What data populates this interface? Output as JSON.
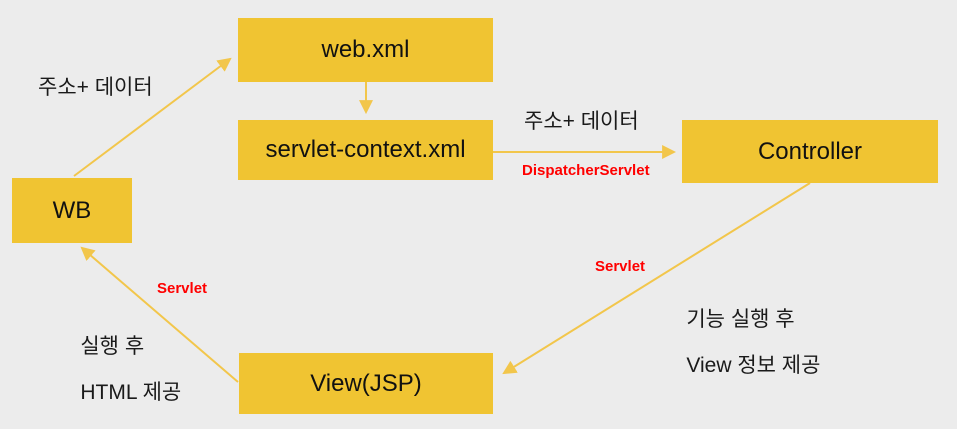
{
  "colors": {
    "background": "#ECECEC",
    "box": "#F0C432",
    "arrow": "#F2C64B",
    "red_label": "#FF0000"
  },
  "nodes": {
    "web_xml": "web.xml",
    "servlet_context": "servlet-context.xml",
    "controller": "Controller",
    "wb": "WB",
    "view_jsp": "View(JSP)"
  },
  "labels": {
    "wb_to_webxml": "주소+ 데이터",
    "ctx_to_controller": "주소+ 데이터",
    "dispatcher_servlet": "DispatcherServlet",
    "servlet_right": "Servlet",
    "servlet_left": "Servlet",
    "controller_note_line1": "기능 실행 후",
    "controller_note_line2": "View 정보 제공",
    "view_note_line1": "실행 후",
    "view_note_line2": "HTML 제공"
  }
}
